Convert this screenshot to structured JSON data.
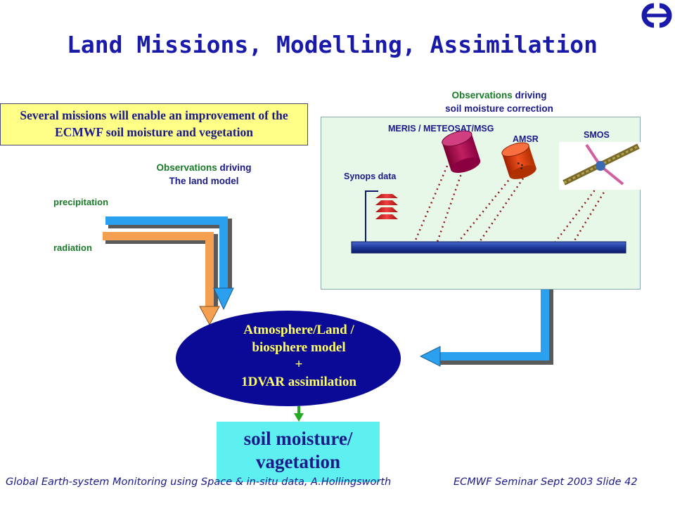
{
  "slide": {
    "title": "Land Missions, Modelling, Assimilation",
    "intro": "Several missions will enable an improvement of  the ECMWF soil moisture and vegetation",
    "land_model_heading": {
      "line1_pre": "Observations ",
      "line1_word": "driving",
      "line2": "The land model"
    },
    "soil_heading": {
      "line1_pre": "Observations ",
      "line1_word": "driving",
      "line2": "soil moisture correction"
    },
    "inputs": {
      "precipitation": "precipitation",
      "radiation": "radiation"
    },
    "instruments": {
      "meris": "MERIS / METEOSAT/MSG",
      "amsr": "AMSR",
      "smos": "SMOS",
      "synops": "Synops data"
    },
    "model": {
      "line1": "Atmosphere/Land /",
      "line2": "biosphere model",
      "line3": "+",
      "line4": "1DVAR assimilation"
    },
    "output": {
      "line1": "soil  moisture/",
      "line2": "vagetation"
    },
    "footer": {
      "left": "Global Earth-system Monitoring using Space & in-situ data,    A.Hollingsworth",
      "right": "ECMWF Seminar Sept 2003     Slide 42"
    }
  },
  "colors": {
    "title": "#1a1aaa",
    "intro_box": "#ffff88",
    "model_ellipse": "#0a0a96",
    "output_box": "#5ef0f0",
    "blue_arrow": "#2aa0ee",
    "orange_arrow": "#f4a050",
    "green_arrow": "#22aa22",
    "panel": "#e8f8e8",
    "ground_bar": "#1e3a9a"
  },
  "icons": [
    "ecmwf-logo",
    "meris-satellite-icon",
    "amsr-satellite-icon",
    "smos-satellite-icon",
    "synops-station-icon"
  ]
}
